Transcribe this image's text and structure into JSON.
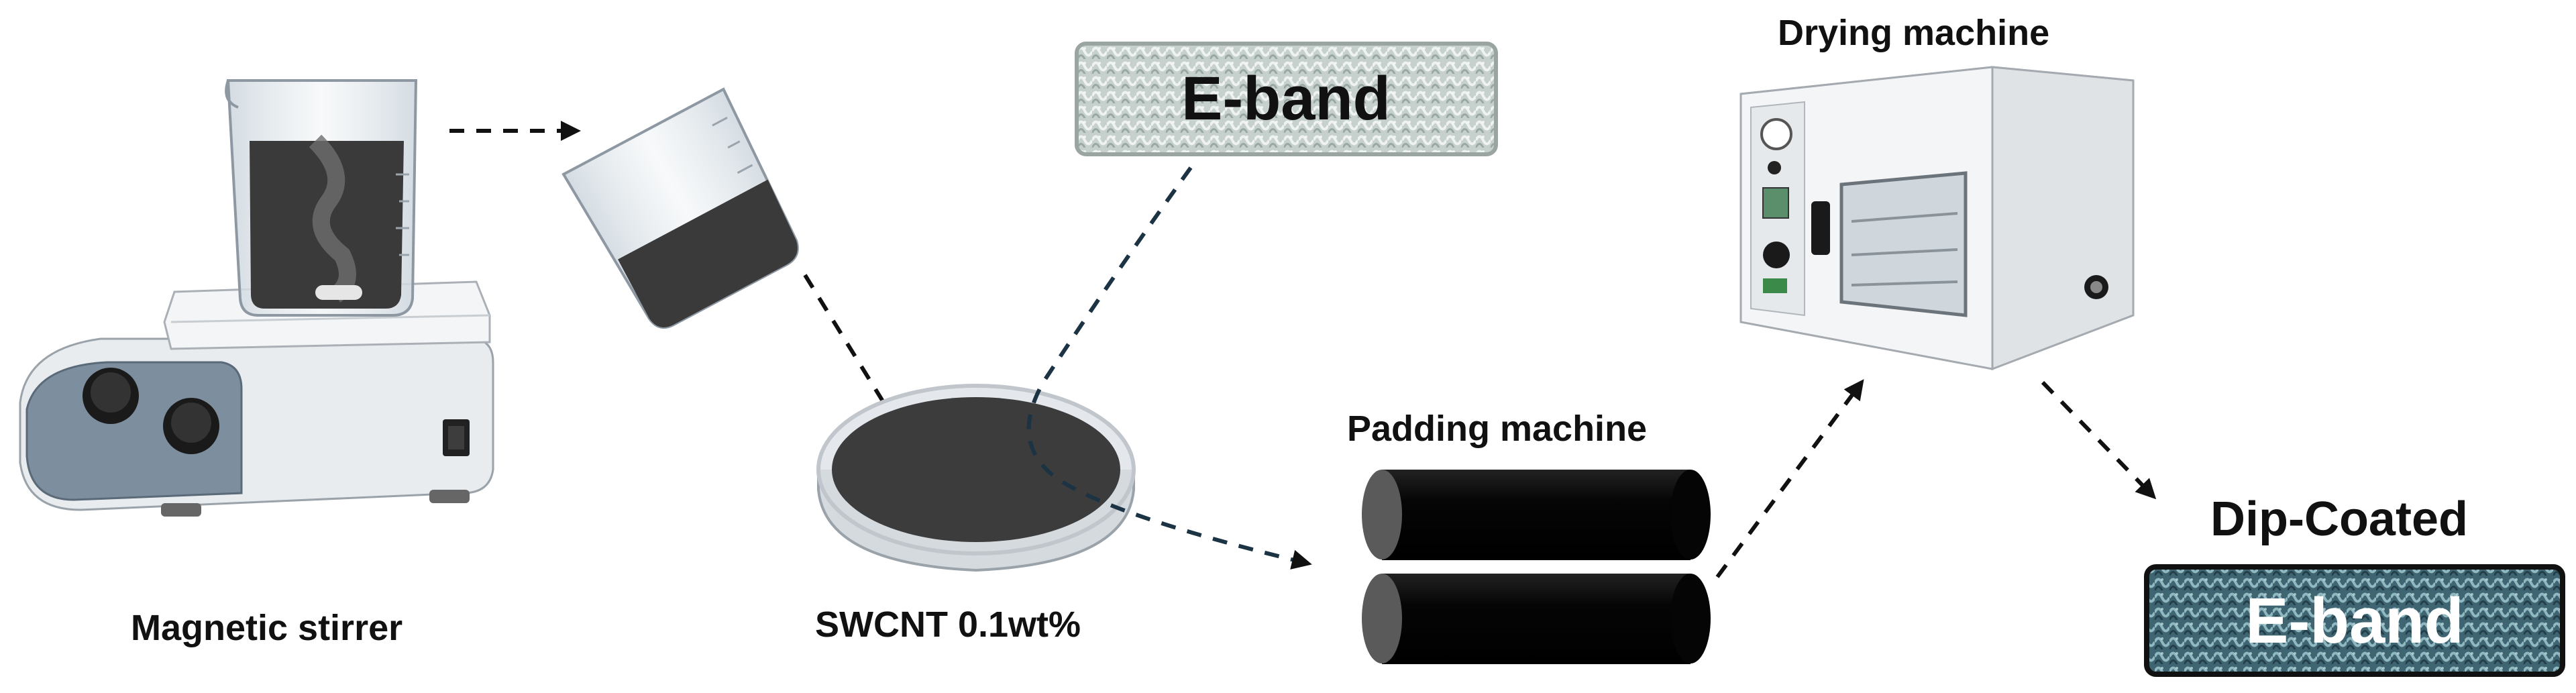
{
  "labels": {
    "magnetic_stirrer": "Magnetic stirrer",
    "swcnt": "SWCNT 0.1wt%",
    "padding_machine": "Padding machine",
    "drying_machine": "Drying machine",
    "dip_coated": "Dip-Coated"
  },
  "fabric": {
    "raw_label": "E-band",
    "coated_label": "E-band"
  },
  "colors": {
    "arrow_black": "#111111",
    "arrow_navy": "#1c3344",
    "solution": "#3a3a3a",
    "stirrer_panel": "#7d8e9e",
    "raw_fabric": "#c9d3cf",
    "coated_fabric": "#4f7a86"
  }
}
